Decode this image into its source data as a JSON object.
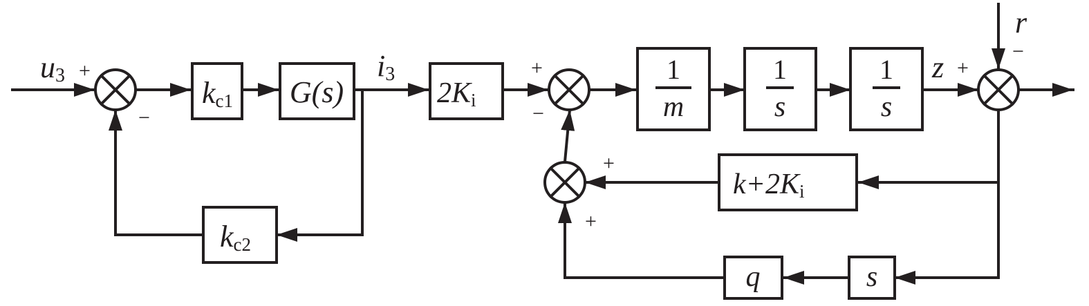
{
  "colors": {
    "ink": "#231f20",
    "background": "#ffffff"
  },
  "signals": {
    "u3": {
      "base": "u",
      "sub": "3"
    },
    "i3": {
      "base": "i",
      "sub": "3"
    },
    "z": "z",
    "r": "r"
  },
  "blocks": {
    "kc1": {
      "base": "k",
      "sub": "c1"
    },
    "gs": {
      "text": "G(s)"
    },
    "kc2": {
      "base": "k",
      "sub": "c2"
    },
    "ki2": {
      "prefix": "2K",
      "sub": "i"
    },
    "inv_m": {
      "num": "1",
      "den": "m"
    },
    "inv_s1": {
      "num": "1",
      "den": "s"
    },
    "inv_s2": {
      "num": "1",
      "den": "s"
    },
    "stiffness": {
      "prefix": "k+2K",
      "sub": "i"
    },
    "s": {
      "text": "s"
    },
    "q": {
      "text": "q"
    }
  },
  "signs": {
    "sum1_in": "+",
    "sum1_fb": "−",
    "sum2_in": "+",
    "sum2_fb": "−",
    "sum3_a": "+",
    "sum3_b": "+",
    "sum4_in": "+",
    "sum4_r": "−"
  }
}
